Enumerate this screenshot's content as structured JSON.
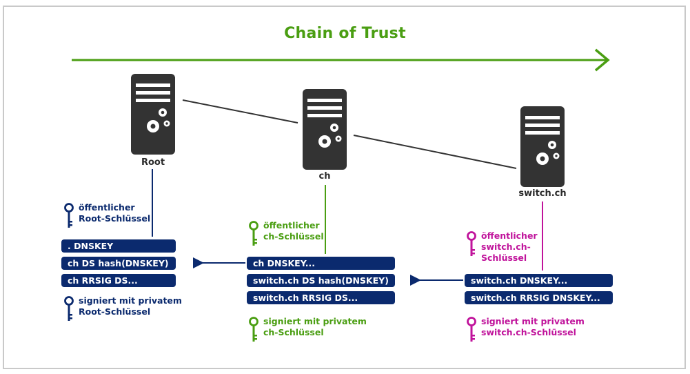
{
  "title": "Chain of Trust",
  "colors": {
    "green": "#4a9e12",
    "navy": "#0b2a6e",
    "magenta": "#c0139b",
    "server": "#333333"
  },
  "servers": [
    {
      "label": "Root",
      "icon": "server-icon"
    },
    {
      "label": "ch",
      "icon": "server-icon"
    },
    {
      "label": "switch.ch",
      "icon": "server-icon"
    }
  ],
  "root": {
    "public_key": [
      "öffentlicher",
      "Root-Schlüssel"
    ],
    "records": [
      ". DNSKEY",
      "ch DS hash(DNSKEY)",
      "ch RRSIG DS..."
    ],
    "private_key": [
      "signiert mit privatem",
      "Root-Schlüssel"
    ]
  },
  "ch": {
    "public_key": [
      "öffentlicher",
      "ch-Schlüssel"
    ],
    "records": [
      "ch DNSKEY...",
      "switch.ch DS hash(DNSKEY)",
      "switch.ch RRSIG DS..."
    ],
    "private_key": [
      "signiert mit privatem",
      "ch-Schlüssel"
    ]
  },
  "switch": {
    "public_key": [
      "öffentlicher",
      "switch.ch-",
      "Schlüssel"
    ],
    "records": [
      "switch.ch DNSKEY...",
      "switch.ch RRSIG DNSKEY..."
    ],
    "private_key": [
      "signiert mit privatem",
      "switch.ch-Schlüssel"
    ]
  }
}
